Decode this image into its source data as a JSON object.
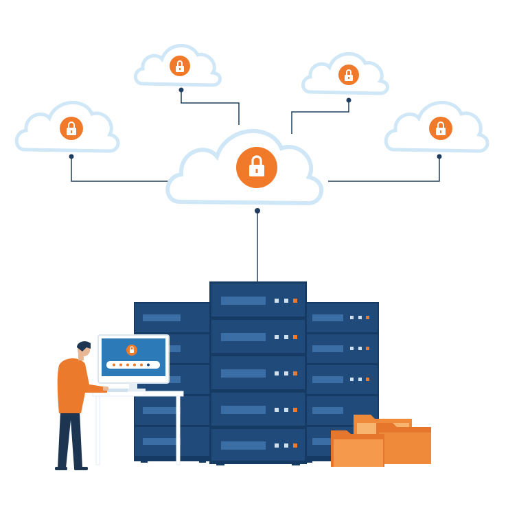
{
  "illustration": {
    "clouds": [
      {
        "id": "cloud-top-left",
        "icon": "lock-icon"
      },
      {
        "id": "cloud-top-mid-left",
        "icon": "lock-icon"
      },
      {
        "id": "cloud-top-mid-right",
        "icon": "lock-icon"
      },
      {
        "id": "cloud-top-right",
        "icon": "lock-icon"
      },
      {
        "id": "cloud-center",
        "icon": "lock-icon"
      }
    ],
    "server_racks": 3,
    "monitor_password_dots": 6,
    "folders": 3
  },
  "colors": {
    "accent_orange": "#f07a2a",
    "server_navy": "#1f4a7a",
    "server_dark": "#153a63",
    "cloud_outline": "#cfe7f6",
    "line_navy": "#1f3d5e",
    "person_shirt": "#ec7a2c",
    "person_pants": "#1e3552",
    "folder_orange": "#f08a3b",
    "folder_light": "#f7b56f"
  }
}
